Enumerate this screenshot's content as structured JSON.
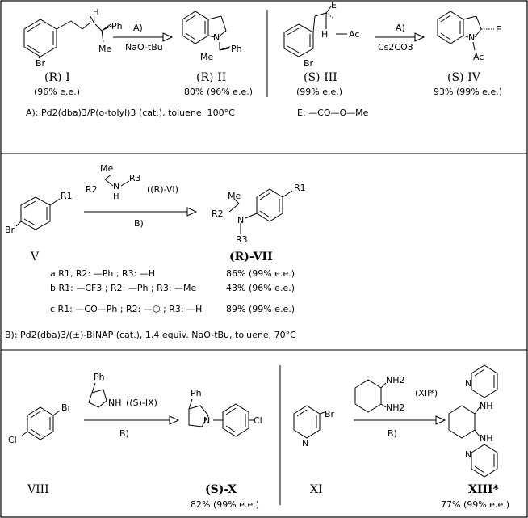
{
  "panel1": {
    "cmpd_RI": "(R)-I",
    "ee_RI": "(96% e.e.)",
    "cond_A1_top": "A)",
    "cond_A1_bottom": "NaO-tBu",
    "cmpd_RII": "(R)-II",
    "yield_RII": "80% (96% e.e.)",
    "cmpd_SIII": "(S)-III",
    "ee_SIII": "(99% e.e.)",
    "cond_A2_top": "A)",
    "cond_A2_bottom": "Cs2CO3",
    "cmpd_SIV": "(S)-IV",
    "yield_SIV": "93% (99% e.e.)",
    "note_A": "A): Pd2(dba)3/P(o-tolyl)3 (cat.), toluene, 100°C",
    "note_E": "E: —CO—O—Me",
    "atom_labels": {
      "br": "Br",
      "ph": "Ph",
      "me": "Me",
      "n": "N",
      "h": "H",
      "e": "E",
      "ac": "Ac",
      "nh": "NH"
    }
  },
  "panel2": {
    "cmpd_V": "V",
    "reagent": "((R)-VI)",
    "cond_B": "B)",
    "cmpd_RVII": "(R)-VII",
    "rows": [
      {
        "label": "a R1, R2: —Ph ; R3: —H",
        "yield": "86% (99% e.e.)"
      },
      {
        "label": "b R1: —CF3 ; R2: —Ph ; R3: —Me",
        "yield": "43% (96% e.e.)"
      },
      {
        "label": "c R1: —CO—Ph ; R2: —⬡ ; R3: —H",
        "yield": "89% (99% e.e.)"
      }
    ],
    "note_B": "B): Pd2(dba)3/(±)-BINAP (cat.), 1.4 equiv. NaO-tBu, toluene, 70°C",
    "atom_labels": {
      "r1": "R1",
      "r2": "R2",
      "r3": "R3",
      "me": "Me",
      "br": "Br",
      "n": "N",
      "h": "H"
    }
  },
  "panel3": {
    "cmpd_VIII": "VIII",
    "reagent": "((S)-IX)",
    "cond_B": "B)",
    "cmpd_SX": "(S)-X",
    "yield_SX": "82% (99% e.e.)",
    "cmpd_XI": "XI",
    "reagent2": "(XII*)",
    "cond_B2": "B)",
    "cmpd_XIII": "XIII*",
    "yield_XIII": "77% (99% e.e.)",
    "atom_labels": {
      "cl": "Cl",
      "br": "Br",
      "ph": "Ph",
      "nh": "NH",
      "n": "N",
      "nh2": "NH2"
    }
  }
}
